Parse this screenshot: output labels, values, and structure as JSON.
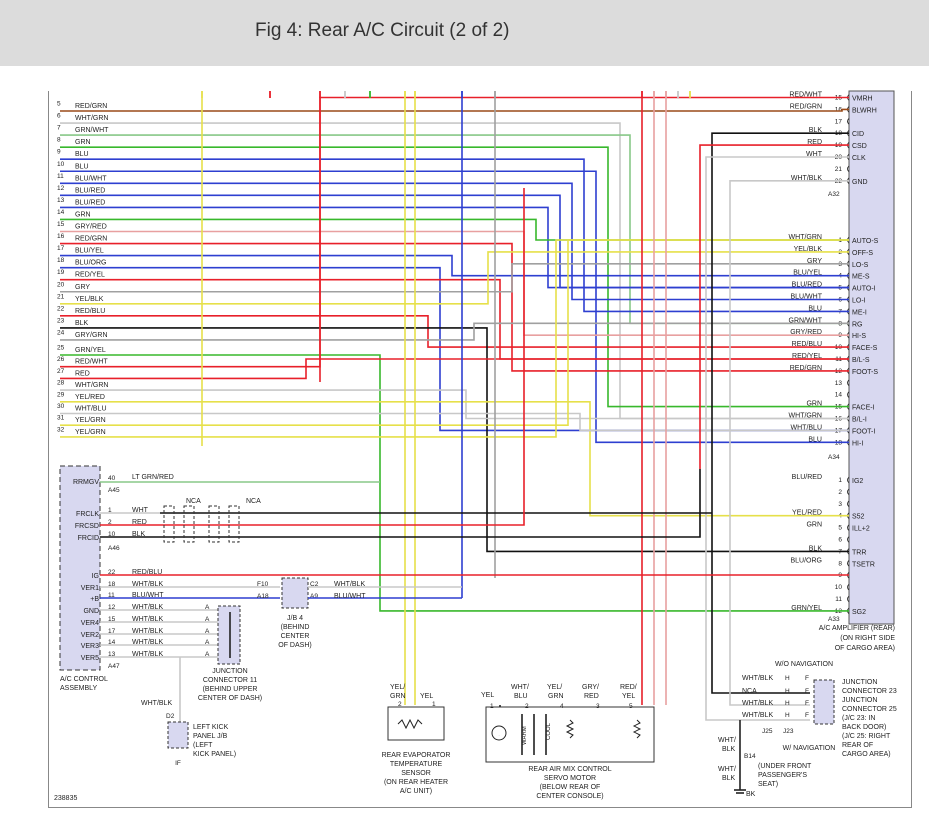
{
  "header": {
    "title": "Fig 4: Rear A/C Circuit (2 of 2)"
  },
  "colors": {
    "RED": "#e8202a",
    "GRN": "#38b82c",
    "BLU": "#2e3fd0",
    "YEL": "#e6e04a",
    "WHT": "#c8c8c8",
    "BLK": "#111111",
    "GRY": "#a0a0a0",
    "LTGRN": "#88c888",
    "BRN": "#9a4a18",
    "PINK": "#e8a0a0",
    "MODULE": "#d8d8f0"
  },
  "left_wires": [
    {
      "n": "5",
      "label": "RED/GRN",
      "c": "BRN"
    },
    {
      "n": "6",
      "label": "WHT/GRN",
      "c": "WHT"
    },
    {
      "n": "7",
      "label": "GRN/WHT",
      "c": "LTGRN"
    },
    {
      "n": "8",
      "label": "GRN",
      "c": "GRN"
    },
    {
      "n": "9",
      "label": "BLU",
      "c": "BLU"
    },
    {
      "n": "10",
      "label": "BLU",
      "c": "BLU"
    },
    {
      "n": "11",
      "label": "BLU/WHT",
      "c": "BLU"
    },
    {
      "n": "12",
      "label": "BLU/RED",
      "c": "BLU"
    },
    {
      "n": "13",
      "label": "BLU/RED",
      "c": "BLU"
    },
    {
      "n": "14",
      "label": "GRN",
      "c": "GRN"
    },
    {
      "n": "15",
      "label": "GRY/RED",
      "c": "PINK"
    },
    {
      "n": "16",
      "label": "RED/GRN",
      "c": "RED"
    },
    {
      "n": "17",
      "label": "BLU/YEL",
      "c": "BLU"
    },
    {
      "n": "18",
      "label": "BLU/ORG",
      "c": "BLU"
    },
    {
      "n": "19",
      "label": "RED/YEL",
      "c": "RED"
    },
    {
      "n": "20",
      "label": "GRY",
      "c": "GRY"
    },
    {
      "n": "21",
      "label": "YEL/BLK",
      "c": "YEL"
    },
    {
      "n": "22",
      "label": "RED/BLU",
      "c": "RED"
    },
    {
      "n": "23",
      "label": "BLK",
      "c": "BLK"
    },
    {
      "n": "24",
      "label": "GRY/GRN",
      "c": "GRY"
    },
    {
      "n": "25",
      "label": "GRN/YEL",
      "c": "GRN"
    },
    {
      "n": "26",
      "label": "RED/WHT",
      "c": "RED"
    },
    {
      "n": "27",
      "label": "RED",
      "c": "RED"
    },
    {
      "n": "28",
      "label": "WHT/GRN",
      "c": "WHT"
    },
    {
      "n": "29",
      "label": "YEL/RED",
      "c": "YEL"
    },
    {
      "n": "30",
      "label": "WHT/BLU",
      "c": "WHT"
    },
    {
      "n": "31",
      "label": "YEL/GRN",
      "c": "YEL"
    },
    {
      "n": "32",
      "label": "YEL/GRN",
      "c": "YEL"
    }
  ],
  "a32_pins": [
    {
      "n": "15",
      "label": "RED/WHT",
      "sig": "VMRH",
      "c": "RED"
    },
    {
      "n": "16",
      "label": "RED/GRN",
      "sig": "BLWRH",
      "c": "BRN"
    },
    {
      "n": "17",
      "label": "",
      "sig": "",
      "c": ""
    },
    {
      "n": "18",
      "label": "BLK",
      "sig": "CID",
      "c": "BLK"
    },
    {
      "n": "19",
      "label": "RED",
      "sig": "CSD",
      "c": "RED"
    },
    {
      "n": "20",
      "label": "WHT",
      "sig": "CLK",
      "c": "WHT"
    },
    {
      "n": "21",
      "label": "",
      "sig": "",
      "c": ""
    },
    {
      "n": "22",
      "label": "WHT/BLK",
      "sig": "GND",
      "c": "WHT"
    }
  ],
  "a34_pins": [
    {
      "n": "1",
      "label": "WHT/GRN",
      "sig": "AUTO-S",
      "c": "WHT"
    },
    {
      "n": "2",
      "label": "YEL/BLK",
      "sig": "OFF-S",
      "c": "YEL"
    },
    {
      "n": "3",
      "label": "GRY",
      "sig": "LO-S",
      "c": "GRY"
    },
    {
      "n": "4",
      "label": "BLU/YEL",
      "sig": "ME-S",
      "c": "BLU"
    },
    {
      "n": "5",
      "label": "BLU/RED",
      "sig": "AUTO-I",
      "c": "BLU"
    },
    {
      "n": "6",
      "label": "BLU/WHT",
      "sig": "LO-I",
      "c": "BLU"
    },
    {
      "n": "7",
      "label": "BLU",
      "sig": "ME-I",
      "c": "BLU"
    },
    {
      "n": "8",
      "label": "GRN/WHT",
      "sig": "RG",
      "c": "LTGRN"
    },
    {
      "n": "9",
      "label": "GRY/RED",
      "sig": "HI-S",
      "c": "PINK"
    },
    {
      "n": "10",
      "label": "RED/BLU",
      "sig": "FACE-S",
      "c": "RED"
    },
    {
      "n": "11",
      "label": "RED/YEL",
      "sig": "B/L-S",
      "c": "RED"
    },
    {
      "n": "12",
      "label": "RED/GRN",
      "sig": "FOOT-S",
      "c": "RED"
    },
    {
      "n": "13",
      "label": "",
      "sig": "",
      "c": ""
    },
    {
      "n": "14",
      "label": "",
      "sig": "",
      "c": ""
    },
    {
      "n": "15",
      "label": "GRN",
      "sig": "FACE-I",
      "c": "GRN"
    },
    {
      "n": "16",
      "label": "WHT/GRN",
      "sig": "B/L-I",
      "c": "WHT"
    },
    {
      "n": "17",
      "label": "WHT/BLU",
      "sig": "FOOT-I",
      "c": "WHT"
    },
    {
      "n": "18",
      "label": "BLU",
      "sig": "HI-I",
      "c": "BLU"
    }
  ],
  "a33_pins": [
    {
      "n": "1",
      "label": "BLU/RED",
      "sig": "IG2",
      "c": "BLU"
    },
    {
      "n": "2",
      "label": "",
      "sig": "",
      "c": ""
    },
    {
      "n": "3",
      "label": "",
      "sig": "",
      "c": ""
    },
    {
      "n": "4",
      "label": "YEL/RED",
      "sig": "S52",
      "c": "YEL"
    },
    {
      "n": "5",
      "label": "GRN",
      "sig": "ILL+2",
      "c": "GRN"
    },
    {
      "n": "6",
      "label": "",
      "sig": "",
      "c": ""
    },
    {
      "n": "7",
      "label": "BLK",
      "sig": "TRR",
      "c": "BLK"
    },
    {
      "n": "8",
      "label": "BLU/ORG",
      "sig": "TSETR",
      "c": "BLU"
    },
    {
      "n": "9",
      "label": "",
      "sig": "",
      "c": ""
    },
    {
      "n": "10",
      "label": "",
      "sig": "",
      "c": ""
    },
    {
      "n": "11",
      "label": "",
      "sig": "",
      "c": ""
    },
    {
      "n": "12",
      "label": "GRN/YEL",
      "sig": "SG2",
      "c": "GRN"
    }
  ],
  "connector_ids": {
    "a32": "A32",
    "a34": "A34",
    "a33": "A33",
    "a45": "A45",
    "a46": "A46",
    "a47": "A47",
    "j25": "J25",
    "j23": "J23"
  },
  "amplifier": {
    "name": "A/C AMPLIFIER (REAR)",
    "loc1": "(ON RIGHT SIDE",
    "loc2": "OF CARGO AREA)"
  },
  "control": {
    "name1": "A/C CONTROL",
    "name2": "ASSEMBLY",
    "a45": [
      {
        "sig": "RRMGV",
        "n": "40",
        "label": "LT GRN/RED"
      }
    ],
    "a46": [
      {
        "sig": "FRCLK",
        "n": "1",
        "label": "WHT"
      },
      {
        "sig": "FRCSD",
        "n": "2",
        "label": "RED"
      },
      {
        "sig": "FRCID",
        "n": "10",
        "label": "BLK"
      }
    ],
    "a47": [
      {
        "sig": "IG",
        "n": "22",
        "label": "RED/BLU"
      },
      {
        "sig": "VER1",
        "n": "18",
        "label": "WHT/BLK"
      },
      {
        "sig": "+B",
        "n": "11",
        "label": "BLU/WHT"
      },
      {
        "sig": "GND",
        "n": "12",
        "label": "WHT/BLK"
      },
      {
        "sig": "VER4",
        "n": "15",
        "label": "WHT/BLK"
      },
      {
        "sig": "VER2",
        "n": "17",
        "label": "WHT/BLK"
      },
      {
        "sig": "VER3",
        "n": "14",
        "label": "WHT/BLK"
      },
      {
        "sig": "VER5",
        "n": "13",
        "label": "WHT/BLK"
      }
    ]
  },
  "nca": "NCA",
  "jb4": {
    "l1": "J/B 4",
    "l2": "(BEHIND",
    "l3": "CENTER",
    "l4": "OF DASH)",
    "f10": "F10",
    "a18": "A18",
    "c2": "C2",
    "a9": "A9",
    "w1": "WHT/BLK",
    "w2": "BLU/WHT"
  },
  "jc11": {
    "l1": "JUNCTION",
    "l2": "CONNECTOR 11",
    "l3": "(BEHIND UPPER",
    "l4": "CENTER OF DASH)",
    "pin": "A"
  },
  "left_kick": {
    "l1": "LEFT KICK",
    "l2": "PANEL J/B",
    "l3": "(LEFT",
    "l4": "KICK PANEL)",
    "d2": "D2",
    "wire": "WHT/BLK",
    "gnd": "IF"
  },
  "evap": {
    "w1": "YEL/",
    "w1b": "GRN",
    "w2": "YEL",
    "p2": "2",
    "p1": "1",
    "l1": "REAR EVAPORATOR",
    "l2": "TEMPERATURE",
    "l3": "SENSOR",
    "l4": "(ON REAR HEATER",
    "l5": "A/C UNIT)"
  },
  "servo": {
    "w1": "YEL",
    "w2": "WHT/",
    "w2b": "BLU",
    "w3": "YEL/",
    "w3b": "GRN",
    "w4": "GRY/",
    "w4b": "RED",
    "w5": "RED/",
    "w5b": "YEL",
    "p1": "1",
    "p2": "2",
    "p4": "4",
    "p3": "3",
    "p5": "5",
    "warm": "WARM",
    "cool": "COOL",
    "l1": "REAR AIR MIX CONTROL",
    "l2": "SERVO MOTOR",
    "l3": "(BELOW REAR OF",
    "l4": "CENTER CONSOLE)"
  },
  "jc23": {
    "nav": "W/O NAVIGATION",
    "wires": [
      "WHT/BLK",
      "NCA",
      "WHT/BLK",
      "WHT/BLK"
    ],
    "hpin": "H",
    "fpin": "F",
    "l1": "JUNCTION",
    "l2": "CONNECTOR 23",
    "l3": "JUNCTION",
    "l4": "CONNECTOR 25",
    "l5": "(J/C 23: IN",
    "l6": "BACK DOOR)",
    "l7": "(J/C 25: RIGHT",
    "l8": "REAR OF",
    "l9": "CARGO AREA)",
    "wnav": "W/ NAVIGATION"
  },
  "ground": {
    "w1": "WHT/",
    "w1b": "BLK",
    "b14": "B14",
    "w2": "WHT/",
    "w2b": "BLK",
    "l1": "(UNDER FRONT",
    "l2": "PASSENGER'S",
    "l3": "SEAT)",
    "bk": "BK"
  },
  "fig_number": "238835"
}
